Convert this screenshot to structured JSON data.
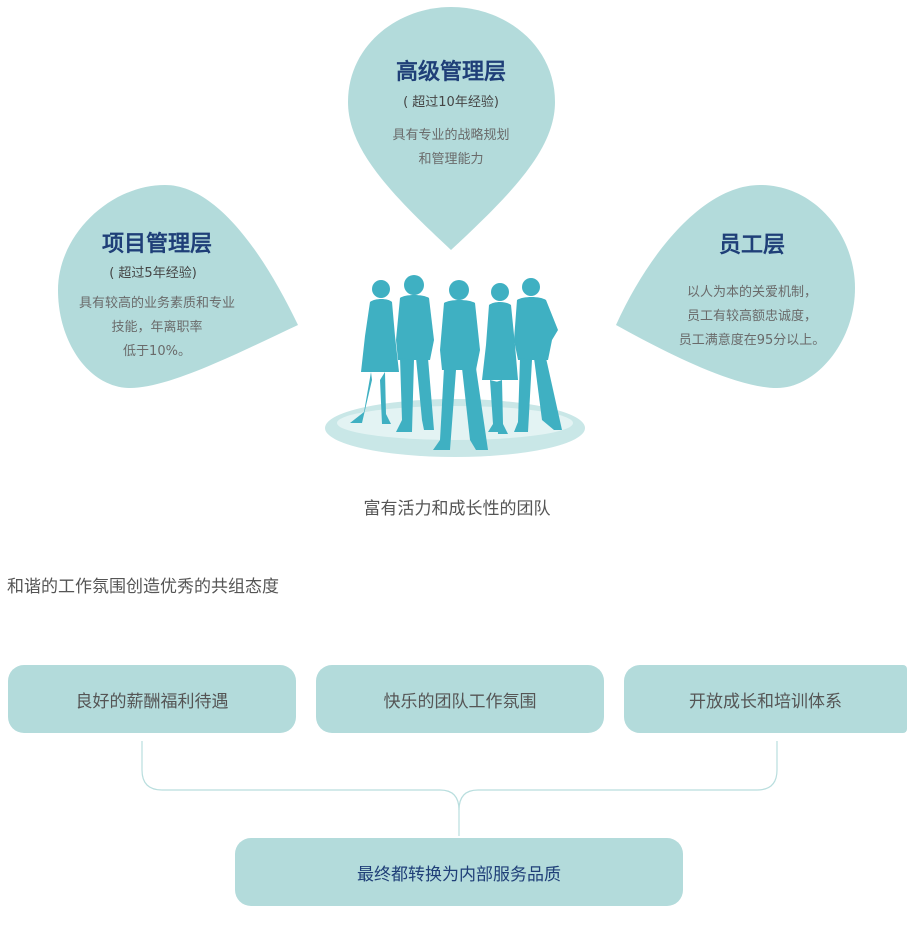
{
  "top_petal": {
    "title": "高级管理层",
    "subtitle": "( 超过10年经验)",
    "desc": [
      "具有专业的战略规划",
      "和管理能力"
    ]
  },
  "left_petal": {
    "title": "项目管理层",
    "subtitle": "( 超过5年经验)",
    "desc": [
      "具有较高的业务素质和专业",
      "技能，年离职率",
      "低于10%。"
    ]
  },
  "right_petal": {
    "title": "员工层",
    "desc": [
      "以人为本的关爱机制，",
      "员工有较高额忠诚度，",
      "员工满意度在95分以上。"
    ]
  },
  "team_caption": "富有活力和成长性的团队",
  "harmony_caption": "和谐的工作氛围创造优秀的共组态度",
  "pills": [
    "良好的薪酬福利待遇",
    "快乐的团队工作氛围",
    "开放成长和培训体系"
  ],
  "final_pill": "最终都转换为内部服务品质",
  "colors": {
    "petal": "#b3dbdb",
    "people": "#3fb0c2",
    "title": "#1f3f78",
    "connector": "#b9dede"
  }
}
